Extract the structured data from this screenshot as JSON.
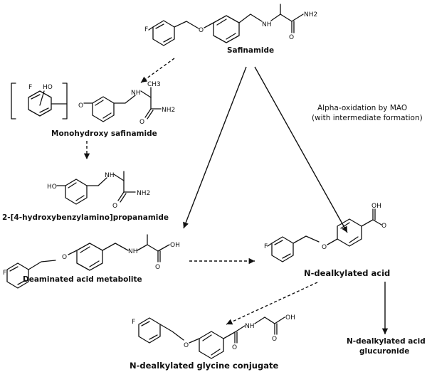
{
  "atoms": {
    "F": "F",
    "O": "O",
    "NH": "NH",
    "NH2": "NH2",
    "OH": "OH",
    "HO": "HO"
  },
  "compounds": {
    "safinamide": "Safinamide",
    "monohydroxy": "Monohydroxy safinamide",
    "propanamide": "2-[4-hydroxybenzylamino]propanamide",
    "deaminated": "Deaminated acid metabolite",
    "ndealkylated": "N-dealkylated acid",
    "glycine": "N-dealkylated glycine conjugate",
    "glucuronide_line1": "N-dealkylated acid",
    "glucuronide_line2": "glucuronide"
  },
  "annotations": {
    "mao_line1": "Alpha-oxidation by MAO",
    "mao_line2": "(with intermediate formation)"
  }
}
